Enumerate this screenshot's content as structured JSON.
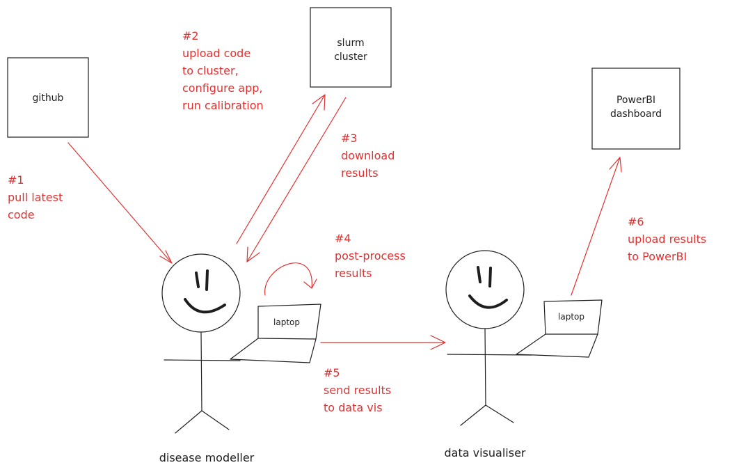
{
  "colors": {
    "ink": "#1e1e1e",
    "accent": "#e03131",
    "background": "#ffffff"
  },
  "nodes": {
    "github": {
      "label": "github"
    },
    "slurm": {
      "line1": "slurm",
      "line2": "cluster"
    },
    "powerbi": {
      "line1": "PowerBI",
      "line2": "dashboard"
    }
  },
  "people": {
    "modeller": {
      "label": "disease modeller",
      "laptop": "laptop"
    },
    "visualiser": {
      "label": "data visualiser",
      "laptop": "laptop"
    }
  },
  "steps": [
    {
      "id": "#1",
      "lines": [
        "pull latest",
        "code"
      ]
    },
    {
      "id": "#2",
      "lines": [
        "upload code",
        "to cluster,",
        "configure app,",
        "run calibration"
      ]
    },
    {
      "id": "#3",
      "lines": [
        "download",
        "results"
      ]
    },
    {
      "id": "#4",
      "lines": [
        "post-process",
        "results"
      ]
    },
    {
      "id": "#5",
      "lines": [
        "send results",
        "to data vis"
      ]
    },
    {
      "id": "#6",
      "lines": [
        "upload results",
        "to PowerBI"
      ]
    }
  ]
}
